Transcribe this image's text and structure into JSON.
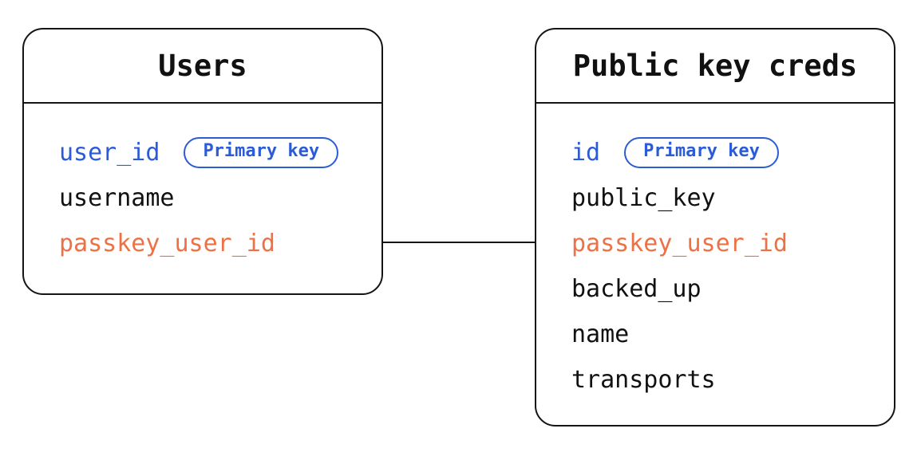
{
  "colors": {
    "primary_key_blue": "#2b5bd7",
    "foreign_key_orange": "#ec7144",
    "border_black": "#141414",
    "background": "#ffffff"
  },
  "tables": [
    {
      "title": "Users",
      "fields": [
        {
          "name": "user_id",
          "style": "blue",
          "badge": "Primary key"
        },
        {
          "name": "username",
          "style": "black",
          "badge": null
        },
        {
          "name": "passkey_user_id",
          "style": "orange",
          "badge": null
        }
      ]
    },
    {
      "title": "Public key creds",
      "fields": [
        {
          "name": "id",
          "style": "blue",
          "badge": "Primary key"
        },
        {
          "name": "public_key",
          "style": "black",
          "badge": null
        },
        {
          "name": "passkey_user_id",
          "style": "orange",
          "badge": null
        },
        {
          "name": "backed_up",
          "style": "black",
          "badge": null
        },
        {
          "name": "name",
          "style": "black",
          "badge": null
        },
        {
          "name": "transports",
          "style": "black",
          "badge": null
        }
      ]
    }
  ],
  "relationship": {
    "from_table": "Users",
    "from_field": "passkey_user_id",
    "to_table": "Public key creds",
    "to_field": "passkey_user_id"
  }
}
